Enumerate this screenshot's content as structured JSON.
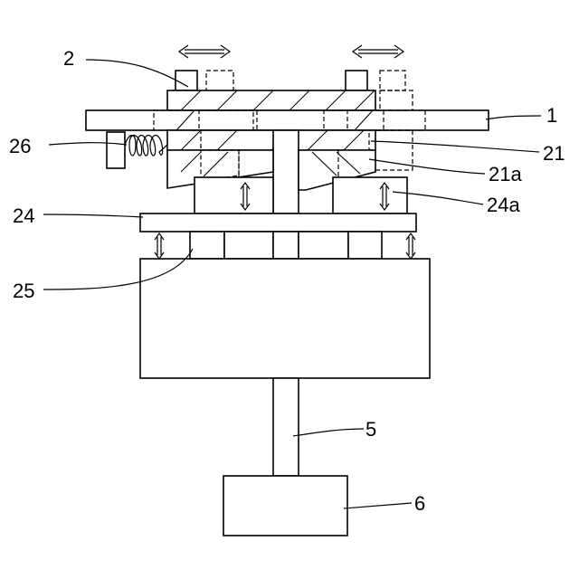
{
  "labels": {
    "l1": "1",
    "l2": "2",
    "l5": "5",
    "l6": "6",
    "l21": "21",
    "l21a": "21a",
    "l24": "24",
    "l24a": "24a",
    "l25": "25",
    "l26": "26"
  }
}
